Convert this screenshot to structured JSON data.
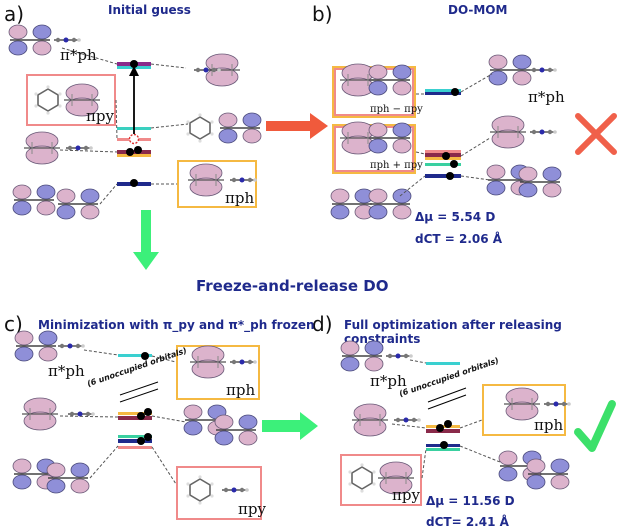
{
  "panels": {
    "a": {
      "letter": "a)",
      "title": "Initial guess"
    },
    "b": {
      "letter": "b)",
      "title": "DO-MOM"
    },
    "c": {
      "letter": "c)",
      "title": "Minimization with π_py and π*_ph frozen"
    },
    "d": {
      "letter": "d)",
      "title": "Full optimization after releasing constraints"
    }
  },
  "main_heading": "Freeze-and-release DO",
  "orbital_labels": {
    "pi_ph_star": "π*ph",
    "pi_py": "πpy",
    "pi_ph": "πph",
    "pi_ph_minus_pi_py": "πph − πpy",
    "pi_ph_plus_pi_py": "πph + πpy"
  },
  "annotations": {
    "unoccupied": "(6 unoccupied orbitals)"
  },
  "results": {
    "b": {
      "dipole": "Δμ = 5.54 D",
      "dct": "dCT = 2.06 Å"
    },
    "d": {
      "dipole": "Δμ = 11.56 D",
      "dct": "dCT= 2.41 Å"
    }
  },
  "colors": {
    "title_blue": "#1f2a8c",
    "salmon_box": "#f08a8a",
    "orange_box": "#f5b942",
    "lobe_pink": "#dcb3cc",
    "lobe_blue": "#8f8fd8",
    "red_arrow": "#f05a3c",
    "green_arrow": "#3cf07a",
    "cross_red": "#f0604a",
    "check_green": "#3ce06a"
  },
  "icons": {
    "failure": "cross-icon",
    "success": "checkmark-icon"
  }
}
